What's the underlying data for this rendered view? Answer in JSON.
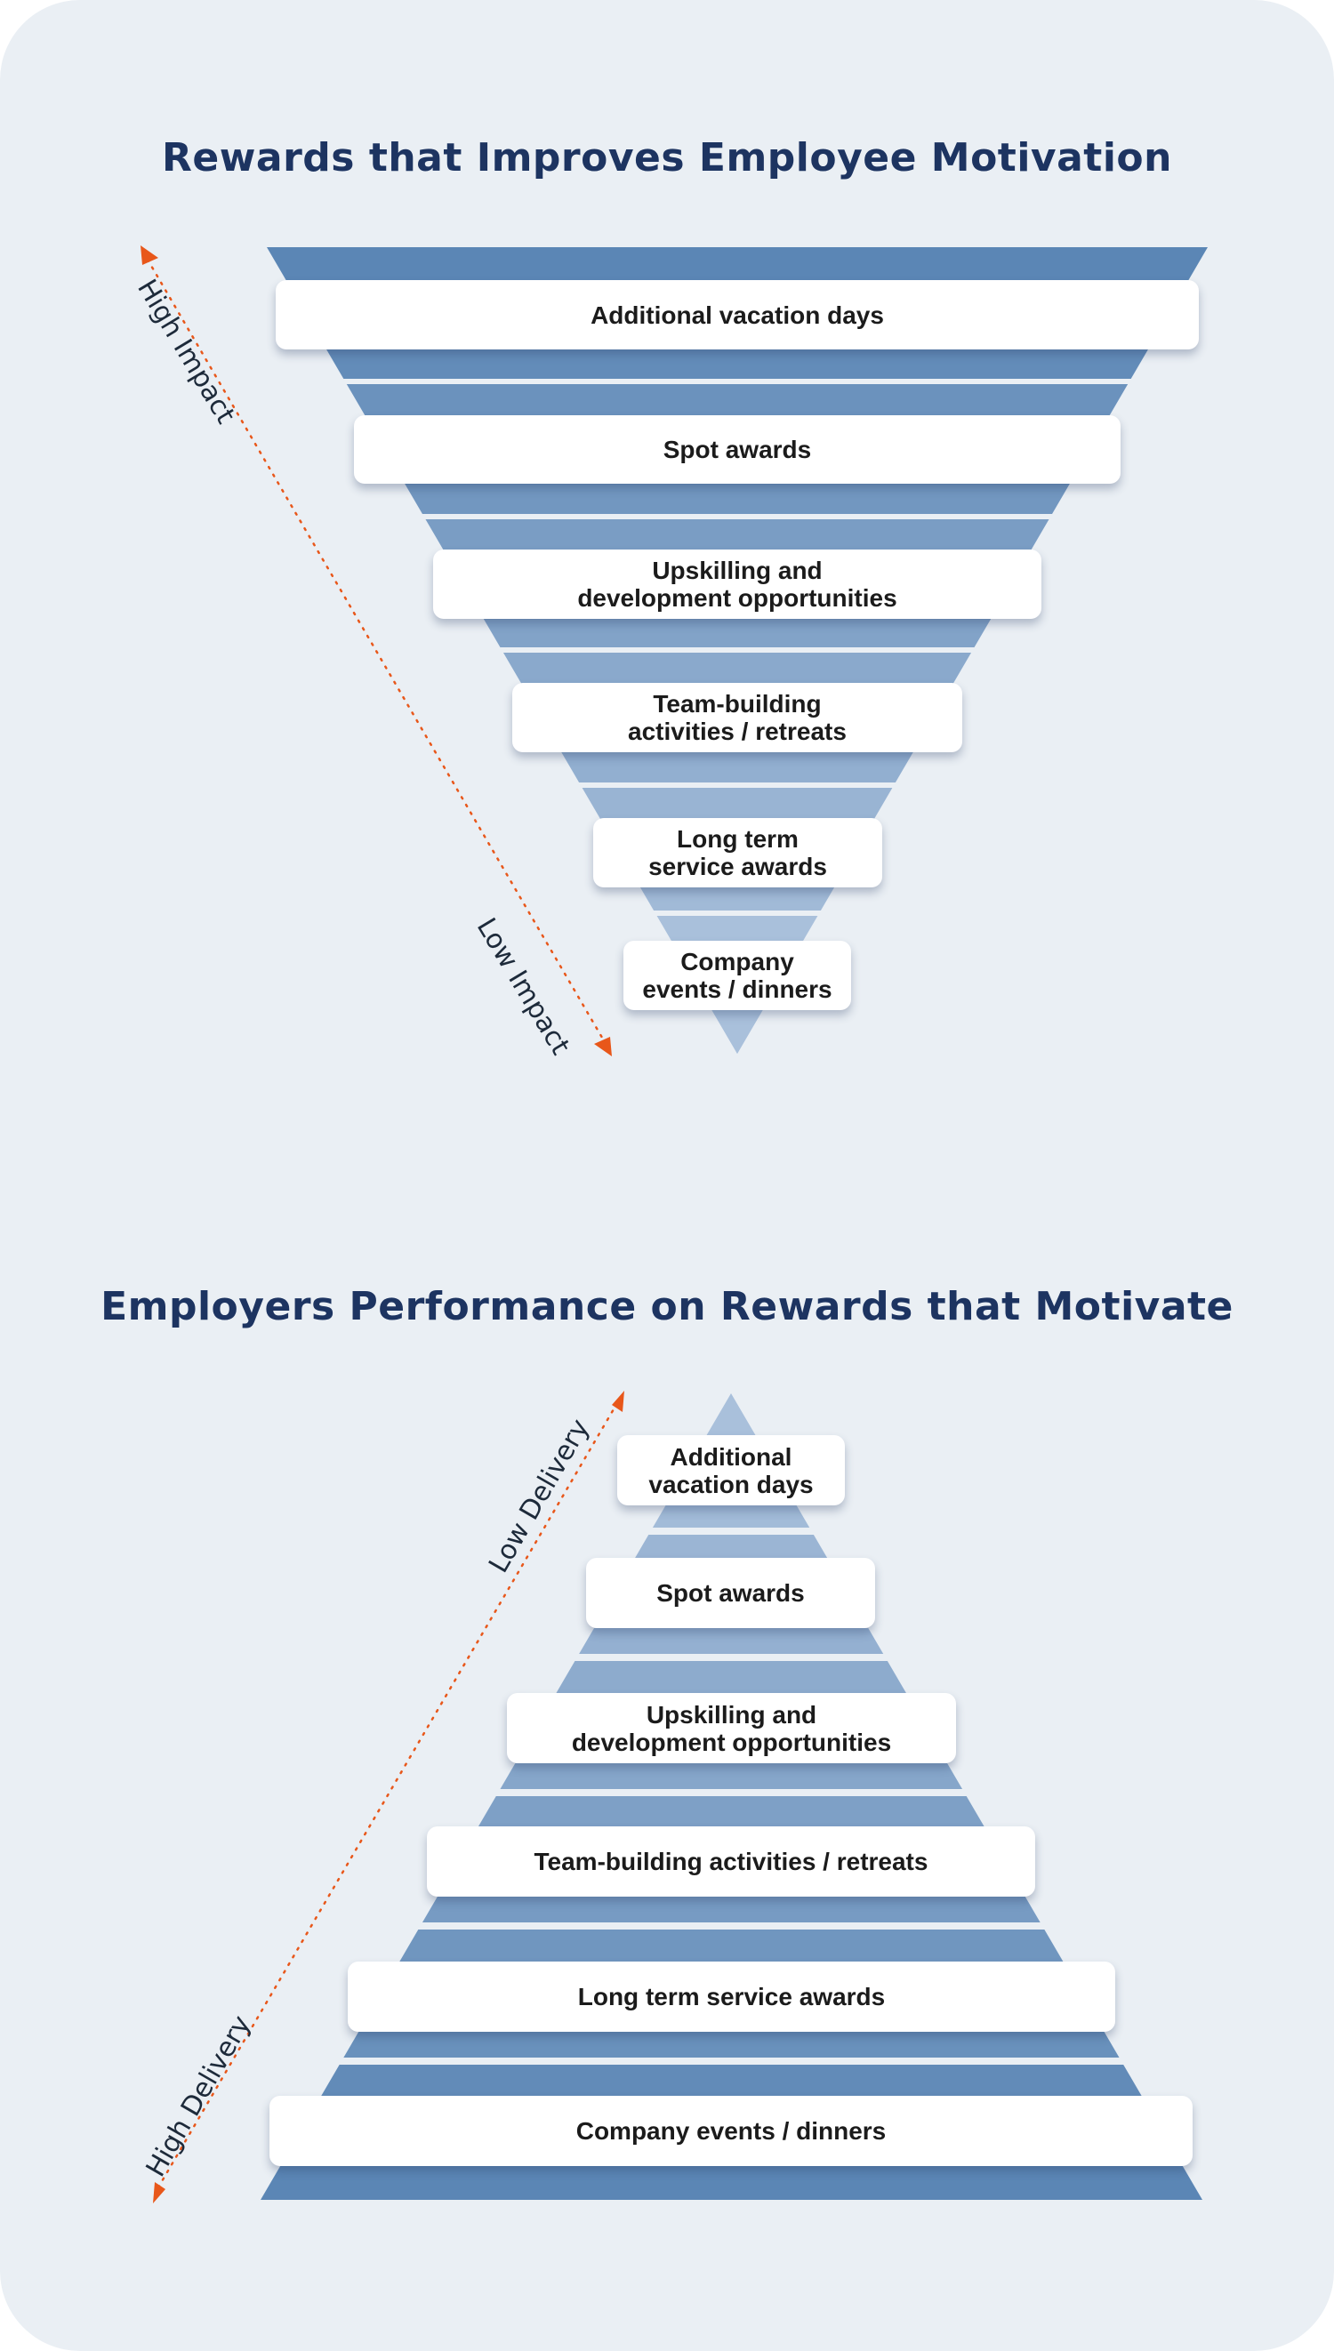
{
  "colors": {
    "background": "#eaeff4",
    "title": "#1d3461",
    "band_dark": "#5b86b5",
    "band_light": "#a9c0db",
    "arrow": "#e8571a"
  },
  "top_chart": {
    "title": "Rewards that Improves Employee Motivation",
    "axis_start": "High Impact",
    "axis_end": "Low Impact",
    "items": [
      {
        "label": "Additional vacation days"
      },
      {
        "label": "Spot awards"
      },
      {
        "label": "Upskilling and\ndevelopment opportunities"
      },
      {
        "label": "Team-building\nactivities / retreats"
      },
      {
        "label": "Long term\nservice awards"
      },
      {
        "label": "Company\nevents / dinners"
      }
    ]
  },
  "bottom_chart": {
    "title": "Employers Performance on Rewards that Motivate",
    "axis_start": "Low Delivery",
    "axis_end": "High Delivery",
    "items": [
      {
        "label": "Additional\nvacation days"
      },
      {
        "label": "Spot awards"
      },
      {
        "label": "Upskilling and\ndevelopment opportunities"
      },
      {
        "label": "Team-building activities / retreats"
      },
      {
        "label": "Long term service awards"
      },
      {
        "label": "Company events / dinners"
      }
    ]
  }
}
